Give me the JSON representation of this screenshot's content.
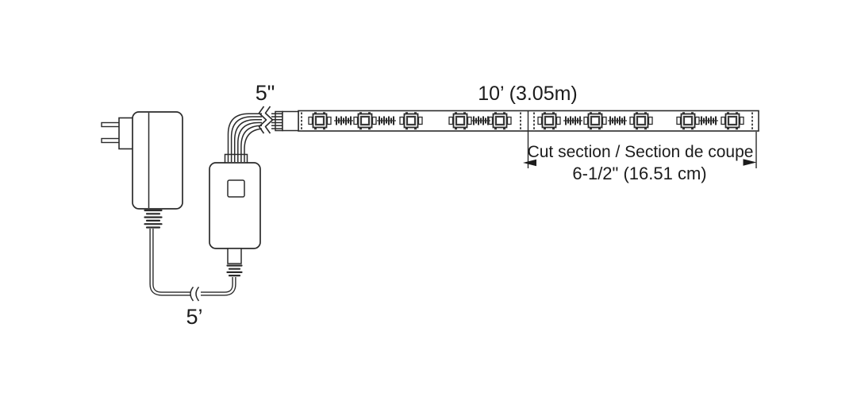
{
  "title": "LED strip light kit dimension diagram",
  "labels": {
    "wire_length": "5\"",
    "strip_length": "10’ (3.05m)",
    "cut_section_line1": "Cut section / Section de coupe",
    "cut_section_line2": "6-1/2\" (16.51 cm)",
    "cord_length": "5’"
  },
  "colors": {
    "background": "#ffffff",
    "line": "#2b2b2b",
    "text": "#1c1c1c"
  },
  "diagram": {
    "components": [
      "power-adapter",
      "power-cord",
      "controller",
      "wire-bundle",
      "strip-connector",
      "led-strip",
      "cut-section-dimension"
    ],
    "led_strip": {
      "led_count": 10,
      "resistor_group_count": 6,
      "cut_mark_count": 4,
      "led_positions_x": [
        403,
        460,
        518,
        580,
        630,
        692,
        750,
        808,
        867,
        923
      ],
      "resistor_positions_x": [
        433,
        487,
        606,
        722,
        778,
        893
      ],
      "cut_mark_positions_x": [
        380,
        656,
        673,
        948
      ]
    },
    "wire_bundle": {
      "wire_count": 6
    }
  }
}
